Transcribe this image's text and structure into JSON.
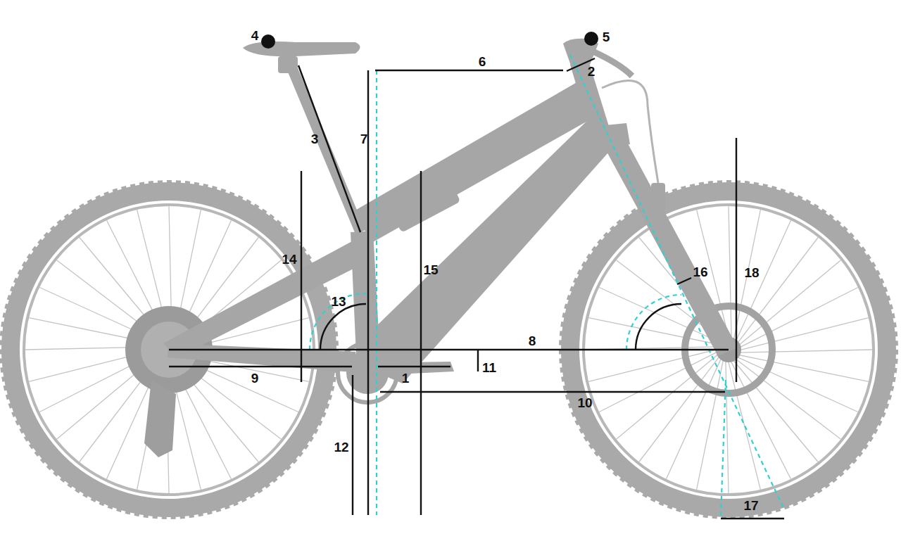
{
  "diagram": {
    "labels": [
      "4",
      "5",
      "6",
      "2",
      "3",
      "7",
      "14",
      "15",
      "16",
      "18",
      "13",
      "8",
      "11",
      "9",
      "1",
      "10",
      "12",
      "17"
    ]
  }
}
